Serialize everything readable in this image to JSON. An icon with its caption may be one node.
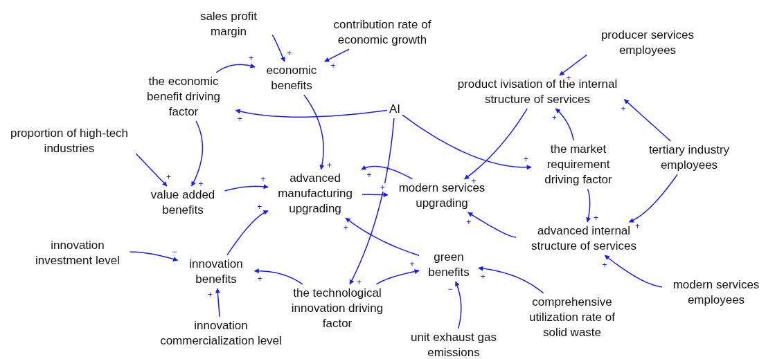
{
  "diagram": {
    "nodes": [
      {
        "text": [
          "sales profit margin"
        ]
      },
      {
        "text": [
          "contribution rate of economic growth"
        ]
      },
      {
        "text": [
          "economic benefits"
        ]
      },
      {
        "text": [
          "the economic benefit driving factor"
        ]
      },
      {
        "text": [
          "AI"
        ]
      },
      {
        "text": [
          "producer services employees"
        ]
      },
      {
        "text": [
          "product ivisation of the internal structure of services"
        ]
      },
      {
        "text": [
          "proportion of high-tech industries"
        ]
      },
      {
        "text": [
          "value added benefits"
        ]
      },
      {
        "text": [
          "advanced manufacturing upgrading"
        ]
      },
      {
        "text": [
          "modern services upgrading"
        ]
      },
      {
        "text": [
          "the market requirement driving factor"
        ]
      },
      {
        "text": [
          "tertiary industry employees"
        ]
      },
      {
        "text": [
          "advanced internal structure of services"
        ]
      },
      {
        "text": [
          "innovation investment level"
        ]
      },
      {
        "text": [
          "innovation benefits"
        ]
      },
      {
        "text": [
          "green benefits"
        ]
      },
      {
        "text": [
          "the technological innovation driving factor"
        ]
      },
      {
        "text": [
          "comprehensive utilization rate of solid waste"
        ]
      },
      {
        "text": [
          "modern services employees"
        ]
      },
      {
        "text": [
          "innovation commercialization level"
        ]
      },
      {
        "text": [
          "unit exhaust gas emissions"
        ]
      }
    ],
    "edges": [
      {
        "from": 0,
        "to": 2,
        "arrow": "to",
        "label": "+"
      },
      {
        "from": 1,
        "to": 2,
        "arrow": "to",
        "label": "+"
      },
      {
        "from": 3,
        "to": 2,
        "arrow": "to",
        "label": "+"
      },
      {
        "from": 2,
        "to": 9,
        "arrow": "to",
        "label": "+"
      },
      {
        "from": 4,
        "to": 3,
        "arrow": "to",
        "label": "+"
      },
      {
        "from": 4,
        "to": 11,
        "arrow": "to",
        "label": "+"
      },
      {
        "from": 4,
        "to": 17,
        "arrow": "to",
        "label": "+"
      },
      {
        "from": 5,
        "to": 6,
        "arrow": "to",
        "label": "+"
      },
      {
        "from": 6,
        "to": 10,
        "arrow": "to",
        "label": "+"
      },
      {
        "from": 7,
        "to": 8,
        "arrow": "to",
        "label": "+"
      },
      {
        "from": 3,
        "to": 8,
        "arrow": "to",
        "label": "+"
      },
      {
        "from": 8,
        "to": 9,
        "arrow": "to",
        "label": "+"
      },
      {
        "from": 9,
        "to": 10,
        "arrow": "to",
        "label": "+"
      },
      {
        "from": 10,
        "to": 9,
        "arrow": "to",
        "label": "+"
      },
      {
        "from": 11,
        "to": 6,
        "arrow": "to",
        "label": "+"
      },
      {
        "from": 11,
        "to": 13,
        "arrow": "to",
        "label": "+"
      },
      {
        "from": 12,
        "to": 6,
        "arrow": "to",
        "label": "+"
      },
      {
        "from": 12,
        "to": 13,
        "arrow": "to",
        "label": "+"
      },
      {
        "from": 13,
        "to": 10,
        "arrow": "to",
        "label": "+"
      },
      {
        "from": 14,
        "to": 15,
        "arrow": "to",
        "label": "−"
      },
      {
        "from": 15,
        "to": 9,
        "arrow": "to",
        "label": "+"
      },
      {
        "from": 17,
        "to": 15,
        "arrow": "to",
        "label": "+"
      },
      {
        "from": 17,
        "to": 16,
        "arrow": "to",
        "label": "+"
      },
      {
        "from": 16,
        "to": 9,
        "arrow": "to",
        "label": "+"
      },
      {
        "from": 18,
        "to": 16,
        "arrow": "to",
        "label": "+"
      },
      {
        "from": 19,
        "to": 13,
        "arrow": "to",
        "label": "+"
      },
      {
        "from": 20,
        "to": 15,
        "arrow": "to",
        "label": "+"
      },
      {
        "from": 21,
        "to": 16,
        "arrow": "to",
        "label": "−"
      }
    ]
  }
}
